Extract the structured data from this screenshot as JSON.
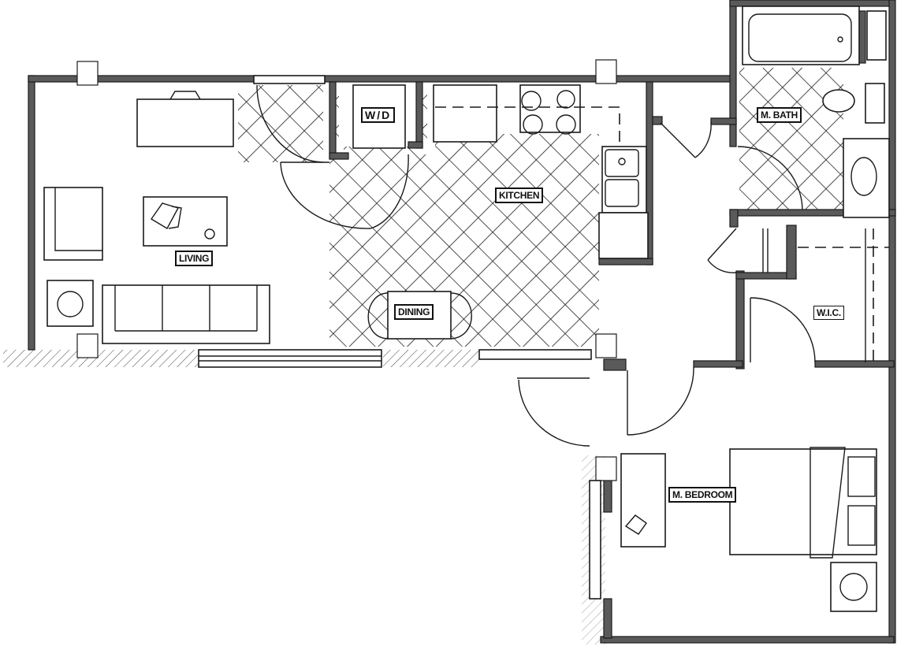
{
  "diagram": {
    "type": "floor_plan",
    "rooms": [
      {
        "id": "living",
        "label": "LIVING"
      },
      {
        "id": "kitchen",
        "label": "KITCHEN"
      },
      {
        "id": "dining",
        "label": "DINING"
      },
      {
        "id": "wd",
        "label": "W/D"
      },
      {
        "id": "mbath",
        "label": "M. BATH"
      },
      {
        "id": "wic",
        "label": "W.I.C."
      },
      {
        "id": "mbedroom",
        "label": "M. BEDROOM"
      }
    ],
    "colors": {
      "wall": "#5a5a5a",
      "line": "#1a1a1a",
      "background": "#ffffff"
    }
  }
}
